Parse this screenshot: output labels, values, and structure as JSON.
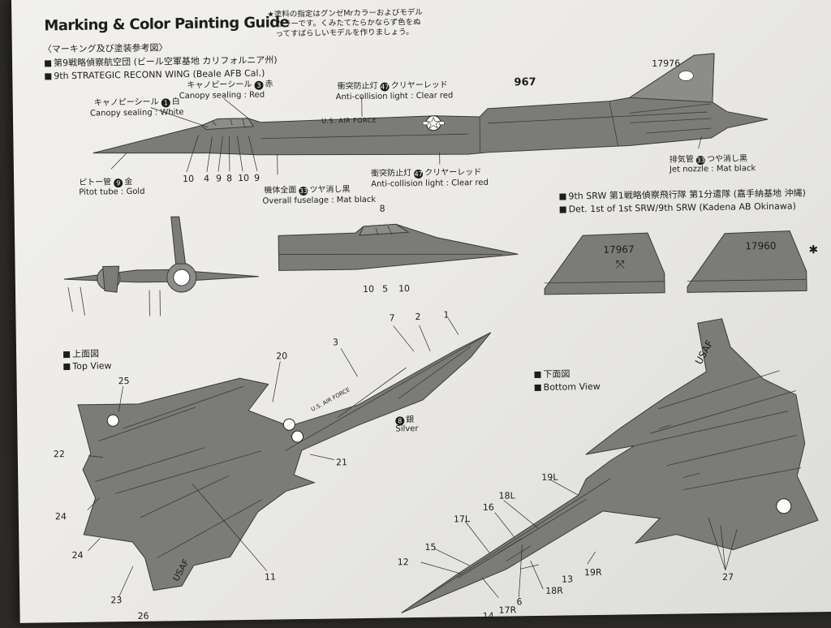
{
  "header": {
    "title": "Marking & Color Painting Guide",
    "subtitle_jp": "〈マーキング及び塗装参考図〉",
    "unit_jp": "第9戦略偵察航空団 (ビール空軍基地 カリフォルニア州)",
    "unit_en": "9th STRATEGIC RECONN WING (Beale AFB Cal.)"
  },
  "note_jp": {
    "line1": "★塗料の指定はグンゼMrカラーおよびモデル",
    "line2": "カラーです。くみたてたらかならず色をぬ",
    "line3": "ってすばらしいモデルを作りましょう。"
  },
  "side_view": {
    "canopy_white_jp": "キャノピーシール",
    "canopy_white_num": "1",
    "canopy_white_color_jp": "白",
    "canopy_white_en": "Canopy sealing : White",
    "canopy_red_jp": "キャノピーシール",
    "canopy_red_num": "3",
    "canopy_red_color_jp": "赤",
    "canopy_red_en": "Canopy sealing : Red",
    "anticol_top_jp": "衝突防止灯",
    "anticol_top_num": "47",
    "anticol_top_color_jp": "クリヤーレッド",
    "anticol_top_en": "Anti-collision light : Clear red",
    "nose_number": "967",
    "tail_number": "17976",
    "fuselage_text": "U.S. AIR FORCE",
    "pitot_jp": "ピトー管",
    "pitot_num": "9",
    "pitot_color_jp": "金",
    "pitot_en": "Pitot tube : Gold",
    "fuselage_jp": "機体全面",
    "fuselage_num": "33",
    "fuselage_color_jp": "ツヤ消し黒",
    "fuselage_en": "Overall fuselage : Mat black",
    "anticol_bottom_jp": "衝突防止灯",
    "anticol_bottom_num": "47",
    "anticol_bottom_color_jp": "クリヤーレッド",
    "anticol_bottom_en": "Anti-collision light : Clear red",
    "nozzle_jp": "排気管",
    "nozzle_num": "33",
    "nozzle_color_jp": "つや消し黒",
    "nozzle_en": "Jet nozzle : Mat black",
    "callout_numbers": [
      "10",
      "4",
      "9",
      "8",
      "10",
      "9"
    ]
  },
  "detachment": {
    "line1": "9th SRW 第1戦略偵察飛行隊 第1分遣隊 (嘉手納基地 沖縄)",
    "line2": "Det. 1st of 1st SRW/9th SRW (Kadena AB Okinawa)",
    "tail_a": "17967",
    "tail_b": "17960"
  },
  "nose_view": {
    "top_number": "8",
    "numbers": [
      "10",
      "5",
      "10"
    ]
  },
  "top_view": {
    "label_jp": "上面図",
    "label_en": "Top View",
    "silver_num": "8",
    "silver_jp": "銀",
    "silver_en": "Silver",
    "callouts": [
      "7",
      "2",
      "1",
      "3",
      "20",
      "25",
      "22",
      "21",
      "24",
      "24",
      "11",
      "23",
      "26"
    ],
    "wing_text": "USAF",
    "fuselage_text": "U.S. AIR FORCE"
  },
  "bottom_view": {
    "label_jp": "下面図",
    "label_en": "Bottom View",
    "callouts": [
      "19L",
      "18L",
      "16",
      "17L",
      "15",
      "12",
      "13",
      "19R",
      "18R",
      "6",
      "17R",
      "14",
      "27"
    ],
    "fin_text": "USAF"
  }
}
